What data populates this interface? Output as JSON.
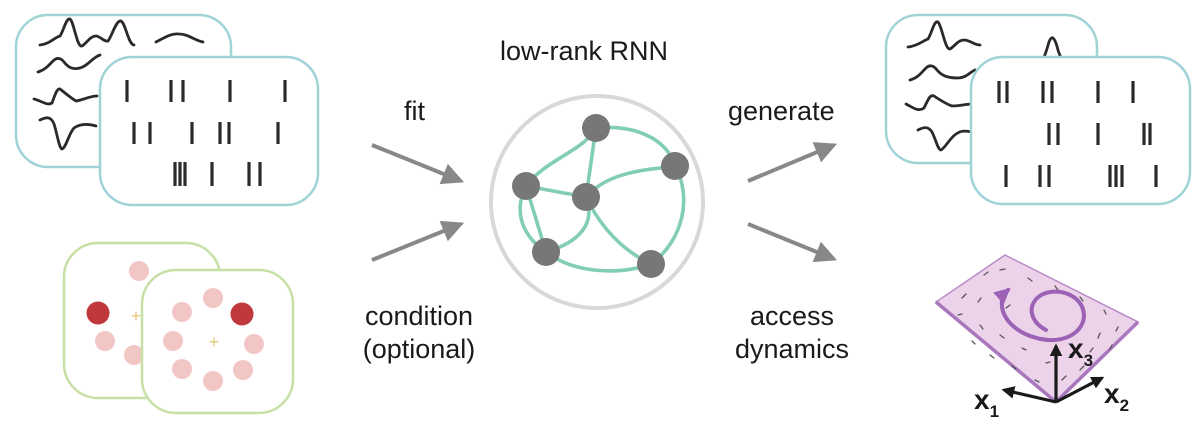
{
  "title": "low-rank RNN",
  "labels": {
    "fit": "fit",
    "condition_line1": "condition",
    "condition_line2": "(optional)",
    "generate": "generate",
    "access_line1": "access",
    "access_line2": "dynamics"
  },
  "axes": {
    "x1": {
      "base": "x",
      "sub": "1"
    },
    "x2": {
      "base": "x",
      "sub": "2"
    },
    "x3": {
      "base": "x",
      "sub": "3"
    }
  },
  "icons": {
    "input_data": "neural-traces-and-spike-raster-icon",
    "conditions": "stimulus-dot-grid-icon",
    "model": "rnn-network-graph-icon",
    "generated": "generated-traces-and-spike-raster-icon",
    "dynamics": "latent-dynamics-plane-icon"
  },
  "colors": {
    "data_card_border": "#9fd3d6",
    "condition_card_border": "#c7e0a6",
    "rnn_edges": "#82cdb6",
    "rnn_nodes": "#777777",
    "rnn_circle": "#d8d8d8",
    "arrows": "#888888",
    "dot_light": "#f3c6c6",
    "dot_active": "#c0373c",
    "plane_fill": "#ecd3ea",
    "plane_edge": "#a877bd"
  }
}
